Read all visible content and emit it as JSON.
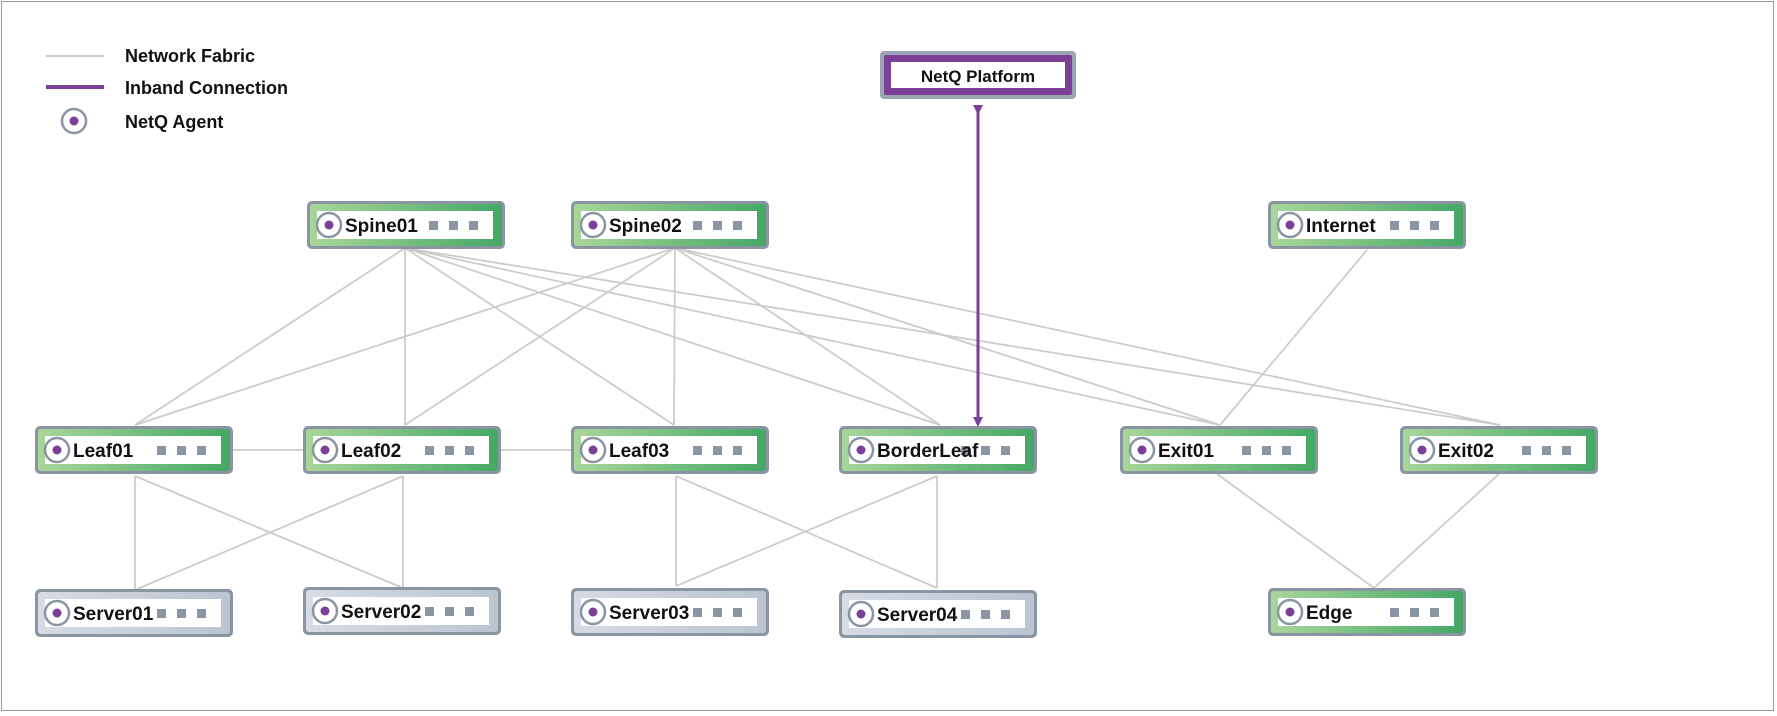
{
  "legend": {
    "fabric": "Network Fabric",
    "inband": "Inband Connection",
    "agent": "NetQ Agent"
  },
  "platform": {
    "label": "NetQ Platform"
  },
  "nodes": [
    {
      "id": "spine01",
      "label": "Spine01",
      "kind": "switch"
    },
    {
      "id": "spine02",
      "label": "Spine02",
      "kind": "switch"
    },
    {
      "id": "internet",
      "label": "Internet",
      "kind": "switch"
    },
    {
      "id": "leaf01",
      "label": "Leaf01",
      "kind": "switch"
    },
    {
      "id": "leaf02",
      "label": "Leaf02",
      "kind": "switch"
    },
    {
      "id": "leaf03",
      "label": "Leaf03",
      "kind": "switch"
    },
    {
      "id": "borderleaf",
      "label": "BorderLeaf",
      "kind": "switch"
    },
    {
      "id": "exit01",
      "label": "Exit01",
      "kind": "switch"
    },
    {
      "id": "exit02",
      "label": "Exit02",
      "kind": "switch"
    },
    {
      "id": "server01",
      "label": "Server01",
      "kind": "server"
    },
    {
      "id": "server02",
      "label": "Server02",
      "kind": "server"
    },
    {
      "id": "server03",
      "label": "Server03",
      "kind": "server"
    },
    {
      "id": "server04",
      "label": "Server04",
      "kind": "server"
    },
    {
      "id": "edge",
      "label": "Edge",
      "kind": "switch"
    }
  ],
  "colors": {
    "fabric": "#cccccc",
    "inband": "#7b3f98",
    "agent": "#7b3f98",
    "switch_green": "#4caf6a",
    "switch_green_light": "#a9d69a",
    "server_fill": "#c9d0dc",
    "node_border": "#8a95a3",
    "port": "#8a95a3"
  },
  "icons": {
    "agent": "agent-dot-icon",
    "ports": "port-dots-icon"
  }
}
